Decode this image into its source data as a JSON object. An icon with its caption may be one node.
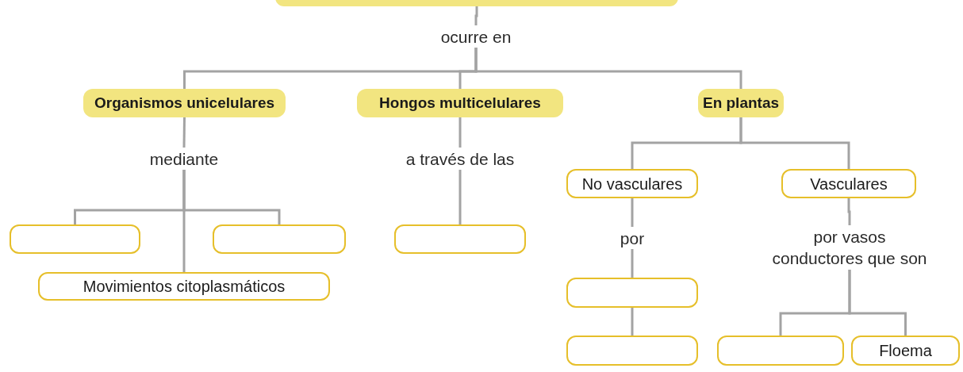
{
  "diagram": {
    "nodes": [
      {
        "text": [],
        "shape": "box"
      },
      {
        "text": [
          "ocurre en"
        ]
      },
      {
        "text": [
          "Organismos unicelulares"
        ]
      },
      {
        "text": [
          "Hongos multicelulares"
        ]
      },
      {
        "text": [
          "En plantas"
        ]
      },
      {
        "text": [
          "mediante"
        ]
      },
      {
        "text": [
          "a través de las"
        ]
      },
      {
        "text": [],
        "shape": "box"
      },
      {
        "text": [],
        "shape": "box"
      },
      {
        "text": [
          "Movimientos citoplasmáticos"
        ]
      },
      {
        "text": [],
        "shape": "box"
      },
      {
        "text": [
          "No vasculares"
        ]
      },
      {
        "text": [
          "Vasculares"
        ]
      },
      {
        "text": [
          "por"
        ]
      },
      {
        "text": [
          "por vasos conductores que son"
        ]
      },
      {
        "text": [],
        "shape": "box"
      },
      {
        "text": [],
        "shape": "box"
      },
      {
        "text": [],
        "shape": "box"
      },
      {
        "text": [
          "Floema"
        ]
      }
    ],
    "edges": [
      {
        "from": 0,
        "to": 1,
        "arrow": "none"
      },
      {
        "from": 1,
        "to": 2,
        "arrow": "none"
      },
      {
        "from": 1,
        "to": 3,
        "arrow": "none"
      },
      {
        "from": 1,
        "to": 4,
        "arrow": "none"
      },
      {
        "from": 2,
        "to": 5,
        "arrow": "none"
      },
      {
        "from": 5,
        "to": 7,
        "arrow": "none"
      },
      {
        "from": 5,
        "to": 8,
        "arrow": "none"
      },
      {
        "from": 5,
        "to": 9,
        "arrow": "none"
      },
      {
        "from": 3,
        "to": 6,
        "arrow": "none"
      },
      {
        "from": 6,
        "to": 10,
        "arrow": "none"
      },
      {
        "from": 4,
        "to": 11,
        "arrow": "none"
      },
      {
        "from": 4,
        "to": 12,
        "arrow": "none"
      },
      {
        "from": 11,
        "to": 13,
        "arrow": "none"
      },
      {
        "from": 13,
        "to": 15,
        "arrow": "none"
      },
      {
        "from": 15,
        "to": 16,
        "arrow": "none"
      },
      {
        "from": 12,
        "to": 14,
        "arrow": "none"
      },
      {
        "from": 14,
        "to": 17,
        "arrow": "none"
      },
      {
        "from": 14,
        "to": 18,
        "arrow": "none"
      }
    ]
  }
}
